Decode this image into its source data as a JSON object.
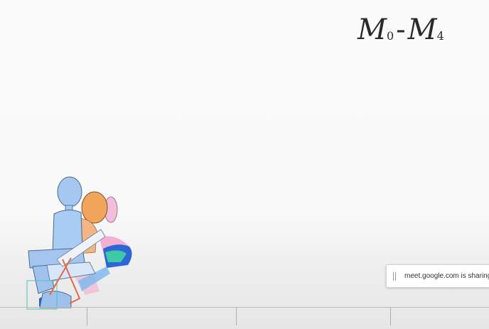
{
  "slide": {
    "title": {
      "left_symbol": "M",
      "left_sub": "0",
      "dash": "-",
      "right_symbol": "M",
      "right_sub": "4"
    }
  },
  "share_notification": {
    "text": "meet.google.com is sharing yo"
  }
}
